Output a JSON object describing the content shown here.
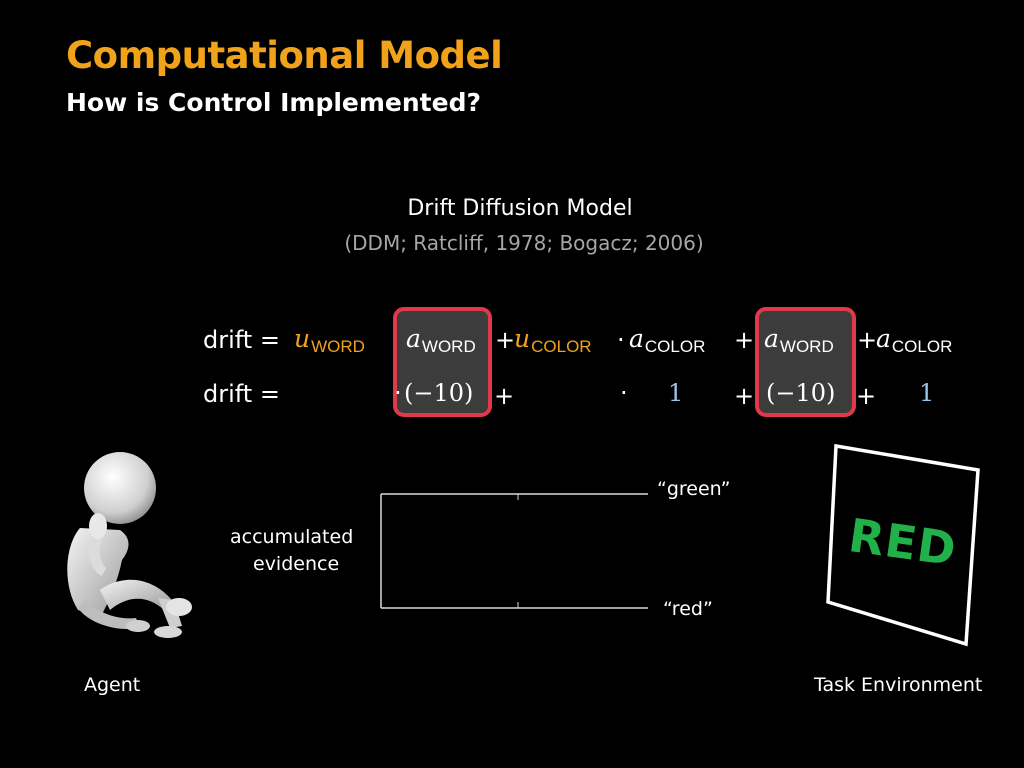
{
  "slide": {
    "title": "Computational Model",
    "subtitle": "How is Control Implemented?"
  },
  "ddm": {
    "heading": "Drift Diffusion Model",
    "citation": "(DDM; Ratcliff, 1978; Bogacz; 2006)"
  },
  "equation1": {
    "lhs": "drift =",
    "u": "u",
    "a": "a",
    "word": "WORD",
    "color": "COLOR",
    "plus": "+",
    "dot": "·"
  },
  "equation2": {
    "lhs": "drift =",
    "neg_ten": "(−10)",
    "one": "1",
    "plus": "+",
    "dot": "·"
  },
  "plot": {
    "ylabel_line1": "accumulated",
    "ylabel_line2": "evidence",
    "upper_bound_label": "“green”",
    "lower_bound_label": "“red”"
  },
  "agent": {
    "label": "Agent"
  },
  "environment": {
    "label": "Task Environment",
    "stimulus_word": "RED",
    "stimulus_color": "#22b04b"
  },
  "colors": {
    "title": "#f0a21a",
    "highlight_border": "#e03a4a",
    "value_blue": "#9dc3e6"
  }
}
